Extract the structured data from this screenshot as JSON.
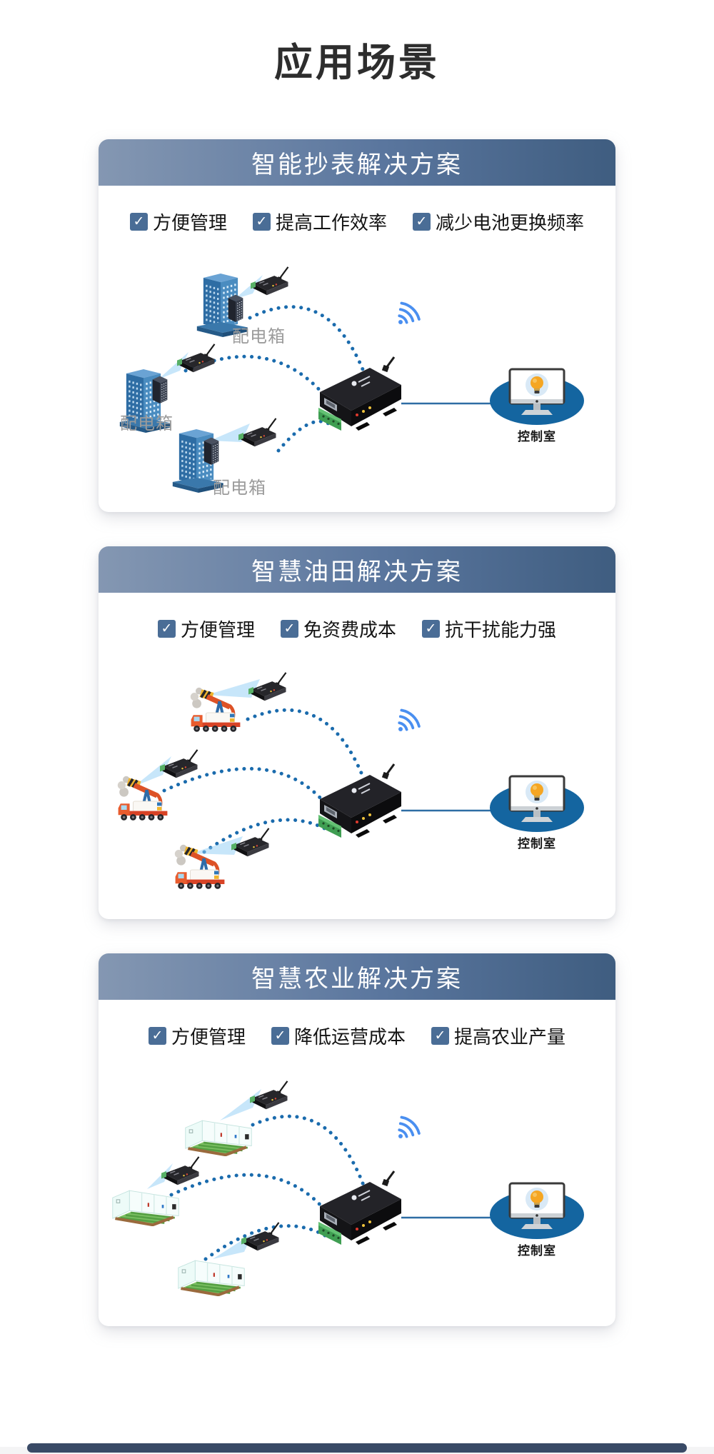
{
  "page": {
    "title": "应用场景"
  },
  "icons": {
    "checkbox_glyph": "✓"
  },
  "colors": {
    "header_gradient_left": "#8497b2",
    "header_gradient_right": "#3f5d80",
    "checkbox_fill": "#4a6d96",
    "dotted_link": "#1a6bad",
    "wifi_blue": "#4a8ff0",
    "control_room_ellipse": "#1465a0",
    "footer_bar": "#394a66"
  },
  "cards": [
    {
      "title": "智能抄表解决方案",
      "features": [
        "方便管理",
        "提高工作效率",
        "减少电池更换频率"
      ],
      "node_label": "配电箱",
      "control_room_label": "控制室"
    },
    {
      "title": "智慧油田解决方案",
      "features": [
        "方便管理",
        "免资费成本",
        "抗干扰能力强"
      ],
      "control_room_label": "控制室"
    },
    {
      "title": "智慧农业解决方案",
      "features": [
        "方便管理",
        "降低运营成本",
        "提高农业产量"
      ],
      "control_room_label": "控制室"
    }
  ]
}
